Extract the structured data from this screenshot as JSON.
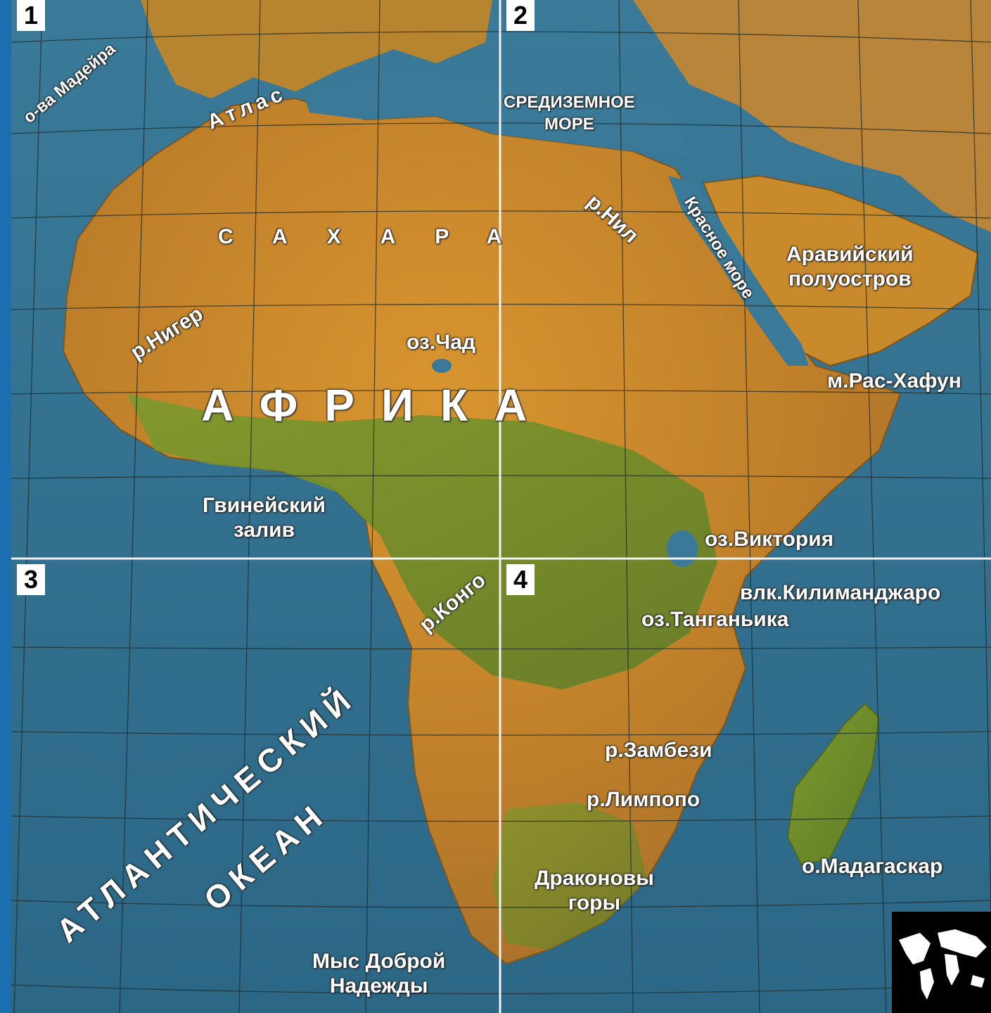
{
  "quadrants": [
    "1",
    "2",
    "3",
    "4"
  ],
  "labels": {
    "madeira": "о-ва Мадейра",
    "atlas": "Атлас",
    "sahara": "САХАРА",
    "mediterranean_line1": "СРЕДИЗЕМНОЕ",
    "mediterranean_line2": "МОРЕ",
    "nile": "р.Нил",
    "red_sea": "Красное море",
    "arabian_line1": "Аравийский",
    "arabian_line2": "полуостров",
    "niger": "р.Нигер",
    "chad": "оз.Чад",
    "africa": "АФРИКА",
    "ras_hafun": "м.Рас-Хафун",
    "guinea_line1": "Гвинейский",
    "guinea_line2": "залив",
    "victoria": "оз.Виктория",
    "congo": "р.Конго",
    "kilimanjaro": "влк.Килиманджаро",
    "tanganyika": "оз.Танганьика",
    "atlantic_line1": "АТЛАНТИЧЕСКИЙ",
    "atlantic_line2": "ОКЕАН",
    "zambezi": "р.Замбези",
    "limpopo": "р.Лимпопо",
    "drakensberg_line1": "Драконовы",
    "drakensberg_line2": "горы",
    "madagascar": "о.Мадагаскар",
    "good_hope_line1": "Мыс Доброй",
    "good_hope_line2": "Надежды"
  },
  "colors": {
    "ocean": "#2f6f8f",
    "desert": "#c98a2c",
    "forest": "#6f8a2a",
    "frame": "#1b6fb0"
  }
}
